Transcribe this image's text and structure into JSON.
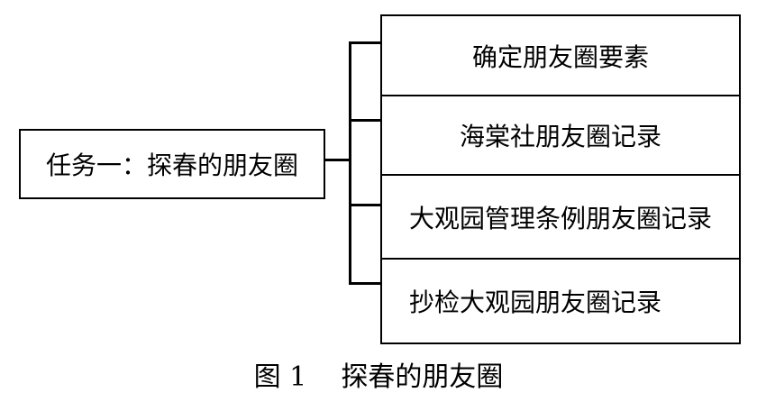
{
  "root": {
    "label": "任务一：探春的朋友圈"
  },
  "branches": [
    {
      "label": "确定朋友圈要素"
    },
    {
      "label": "海棠社朋友圈记录"
    },
    {
      "label": "大观园管理条例朋友圈记录"
    },
    {
      "label": "抄检大观园朋友圈记录"
    }
  ],
  "caption": {
    "label": "图 1",
    "title": "探春的朋友圈"
  }
}
